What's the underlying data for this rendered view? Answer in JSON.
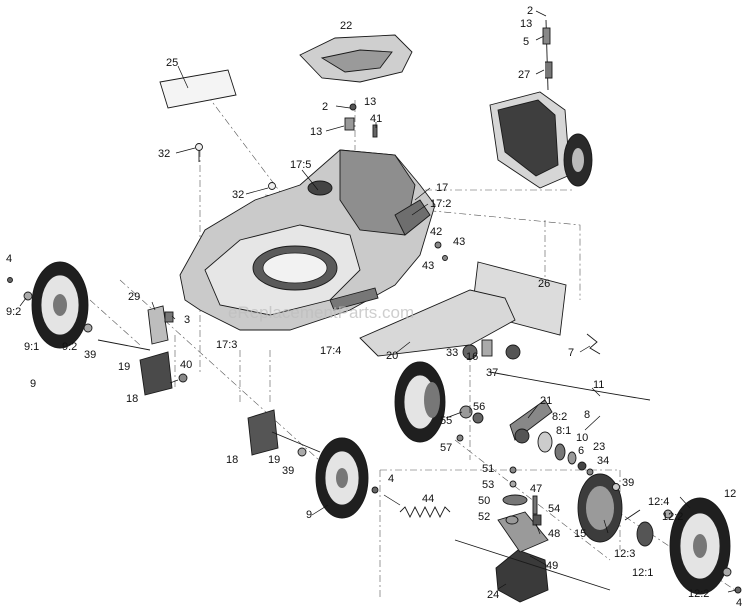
{
  "watermark": "eReplacementParts.com",
  "callouts": [
    {
      "id": "c-2-top",
      "text": "2"
    },
    {
      "id": "c-13-top",
      "text": "13"
    },
    {
      "id": "c-5",
      "text": "5"
    },
    {
      "id": "c-27",
      "text": "27"
    },
    {
      "id": "c-22",
      "text": "22"
    },
    {
      "id": "c-25",
      "text": "25"
    },
    {
      "id": "c-2-mid",
      "text": "2"
    },
    {
      "id": "c-13-a",
      "text": "13"
    },
    {
      "id": "c-13-b",
      "text": "13"
    },
    {
      "id": "c-41",
      "text": "41"
    },
    {
      "id": "c-32-a",
      "text": "32"
    },
    {
      "id": "c-32-b",
      "text": "32"
    },
    {
      "id": "c-17-5",
      "text": "17:5"
    },
    {
      "id": "c-17",
      "text": "17"
    },
    {
      "id": "c-17-2",
      "text": "17:2"
    },
    {
      "id": "c-42",
      "text": "42"
    },
    {
      "id": "c-43-a",
      "text": "43"
    },
    {
      "id": "c-43-b",
      "text": "43"
    },
    {
      "id": "c-4-left",
      "text": "4"
    },
    {
      "id": "c-9-2-a",
      "text": "9:2"
    },
    {
      "id": "c-9-1",
      "text": "9:1"
    },
    {
      "id": "c-9-2-b",
      "text": "9:2"
    },
    {
      "id": "c-9-a",
      "text": "9"
    },
    {
      "id": "c-29",
      "text": "29"
    },
    {
      "id": "c-3",
      "text": "3"
    },
    {
      "id": "c-39-a",
      "text": "39"
    },
    {
      "id": "c-19-a",
      "text": "19"
    },
    {
      "id": "c-40",
      "text": "40"
    },
    {
      "id": "c-18-a",
      "text": "18"
    },
    {
      "id": "c-17-3",
      "text": "17:3"
    },
    {
      "id": "c-17-4",
      "text": "17:4"
    },
    {
      "id": "c-26",
      "text": "26"
    },
    {
      "id": "c-20",
      "text": "20"
    },
    {
      "id": "c-33",
      "text": "33"
    },
    {
      "id": "c-16",
      "text": "16"
    },
    {
      "id": "c-7",
      "text": "7"
    },
    {
      "id": "c-37",
      "text": "37"
    },
    {
      "id": "c-11",
      "text": "11"
    },
    {
      "id": "c-21",
      "text": "21"
    },
    {
      "id": "c-8-2",
      "text": "8:2"
    },
    {
      "id": "c-8",
      "text": "8"
    },
    {
      "id": "c-8-1",
      "text": "8:1"
    },
    {
      "id": "c-10",
      "text": "10"
    },
    {
      "id": "c-6",
      "text": "6"
    },
    {
      "id": "c-23",
      "text": "23"
    },
    {
      "id": "c-34",
      "text": "34"
    },
    {
      "id": "c-55",
      "text": "55"
    },
    {
      "id": "c-56",
      "text": "56"
    },
    {
      "id": "c-57",
      "text": "57"
    },
    {
      "id": "c-18-b",
      "text": "18"
    },
    {
      "id": "c-19-b",
      "text": "19"
    },
    {
      "id": "c-39-b",
      "text": "39"
    },
    {
      "id": "c-4-mid",
      "text": "4"
    },
    {
      "id": "c-9-b",
      "text": "9"
    },
    {
      "id": "c-51",
      "text": "51"
    },
    {
      "id": "c-53",
      "text": "53"
    },
    {
      "id": "c-47",
      "text": "47"
    },
    {
      "id": "c-50",
      "text": "50"
    },
    {
      "id": "c-54",
      "text": "54"
    },
    {
      "id": "c-52",
      "text": "52"
    },
    {
      "id": "c-44",
      "text": "44"
    },
    {
      "id": "c-48",
      "text": "48"
    },
    {
      "id": "c-49",
      "text": "49"
    },
    {
      "id": "c-24",
      "text": "24"
    },
    {
      "id": "c-15",
      "text": "15"
    },
    {
      "id": "c-39-c",
      "text": "39"
    },
    {
      "id": "c-12-4",
      "text": "12:4"
    },
    {
      "id": "c-12-2-a",
      "text": "12:2"
    },
    {
      "id": "c-12-3",
      "text": "12:3"
    },
    {
      "id": "c-12-1",
      "text": "12:1"
    },
    {
      "id": "c-12",
      "text": "12"
    },
    {
      "id": "c-12-2-b",
      "text": "12:2"
    },
    {
      "id": "c-4-right",
      "text": "4"
    }
  ]
}
